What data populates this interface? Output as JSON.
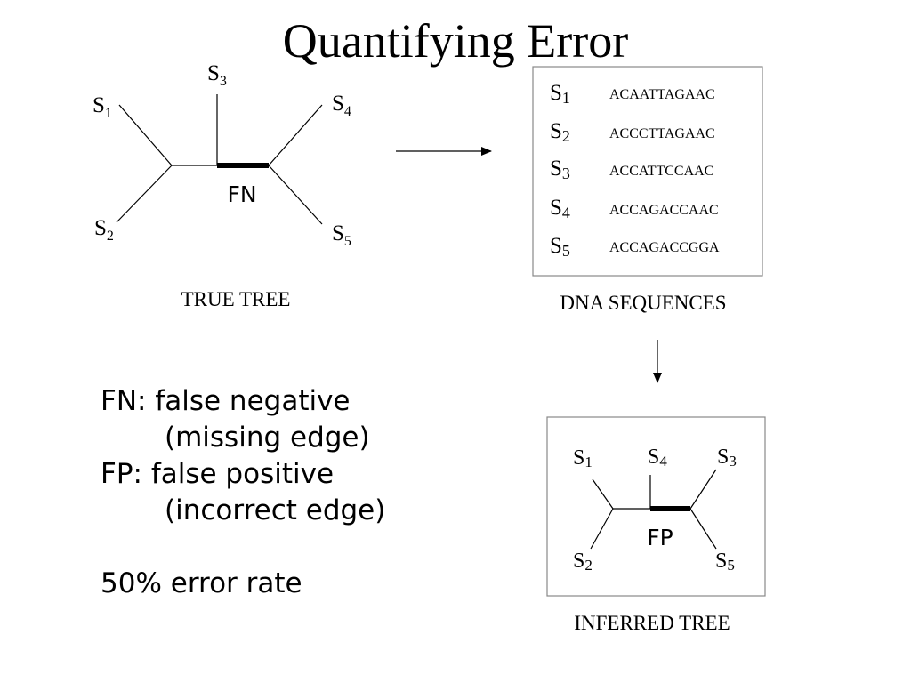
{
  "slide": {
    "title": "Quantifying Error"
  },
  "true_tree": {
    "caption": "TRUE TREE",
    "edge_label": "FN",
    "leaves": [
      {
        "letter": "S",
        "index": "1"
      },
      {
        "letter": "S",
        "index": "2"
      },
      {
        "letter": "S",
        "index": "3"
      },
      {
        "letter": "S",
        "index": "4"
      },
      {
        "letter": "S",
        "index": "5"
      }
    ]
  },
  "sequences": {
    "caption": "DNA SEQUENCES",
    "rows": [
      {
        "letter": "S",
        "index": "1",
        "seq": "ACAATTAGAAC"
      },
      {
        "letter": "S",
        "index": "2",
        "seq": "ACCCTTAGAAC"
      },
      {
        "letter": "S",
        "index": "3",
        "seq": "ACCATTCCAAC"
      },
      {
        "letter": "S",
        "index": "4",
        "seq": "ACCAGACCAAC"
      },
      {
        "letter": "S",
        "index": "5",
        "seq": "ACCAGACCGGA"
      }
    ]
  },
  "inferred_tree": {
    "caption": "INFERRED TREE",
    "edge_label": "FP",
    "leaves": [
      {
        "letter": "S",
        "index": "1"
      },
      {
        "letter": "S",
        "index": "4"
      },
      {
        "letter": "S",
        "index": "3"
      },
      {
        "letter": "S",
        "index": "2"
      },
      {
        "letter": "S",
        "index": "5"
      }
    ]
  },
  "legend": {
    "fn_line": "FN: false negative",
    "fn_desc": "(missing edge)",
    "fp_line": "FP: false positive",
    "fp_desc": "(incorrect edge)",
    "error_rate": "50% error rate"
  },
  "colors": {
    "ink": "#000000",
    "box_border": "#888888",
    "background": "#ffffff"
  }
}
